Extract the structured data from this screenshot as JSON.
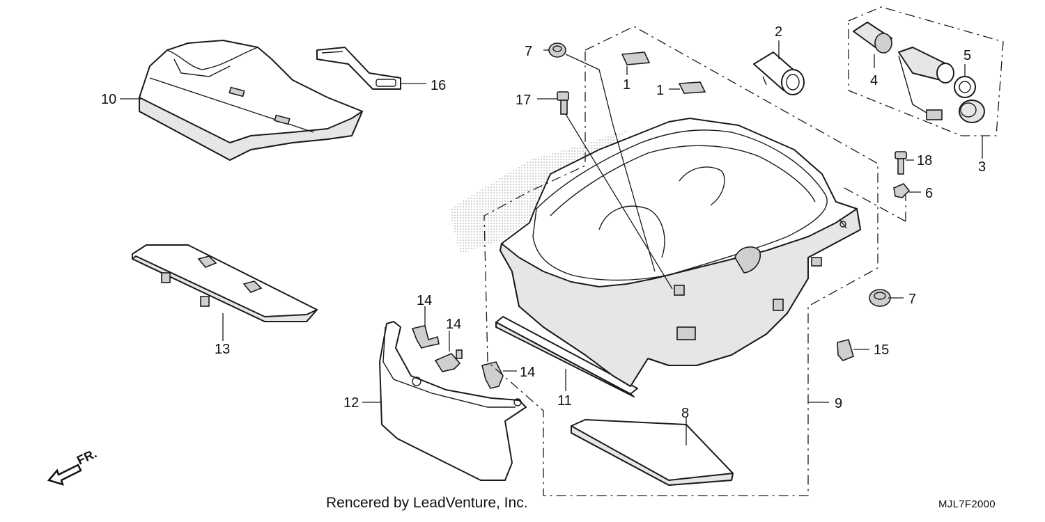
{
  "credit": "Rencered by LeadVenture, Inc.",
  "diagram_code": "MJL7F2000",
  "front_label": "FR.",
  "callouts": {
    "c1a": "1",
    "c1b": "1",
    "c2": "2",
    "c3": "3",
    "c4": "4",
    "c5": "5",
    "c6": "6",
    "c7a": "7",
    "c7b": "7",
    "c8": "8",
    "c9": "9",
    "c10": "10",
    "c11": "11",
    "c12": "12",
    "c13": "13",
    "c14a": "14",
    "c14b": "14",
    "c14c": "14",
    "c15": "15",
    "c16": "16",
    "c17": "17",
    "c18": "18"
  }
}
